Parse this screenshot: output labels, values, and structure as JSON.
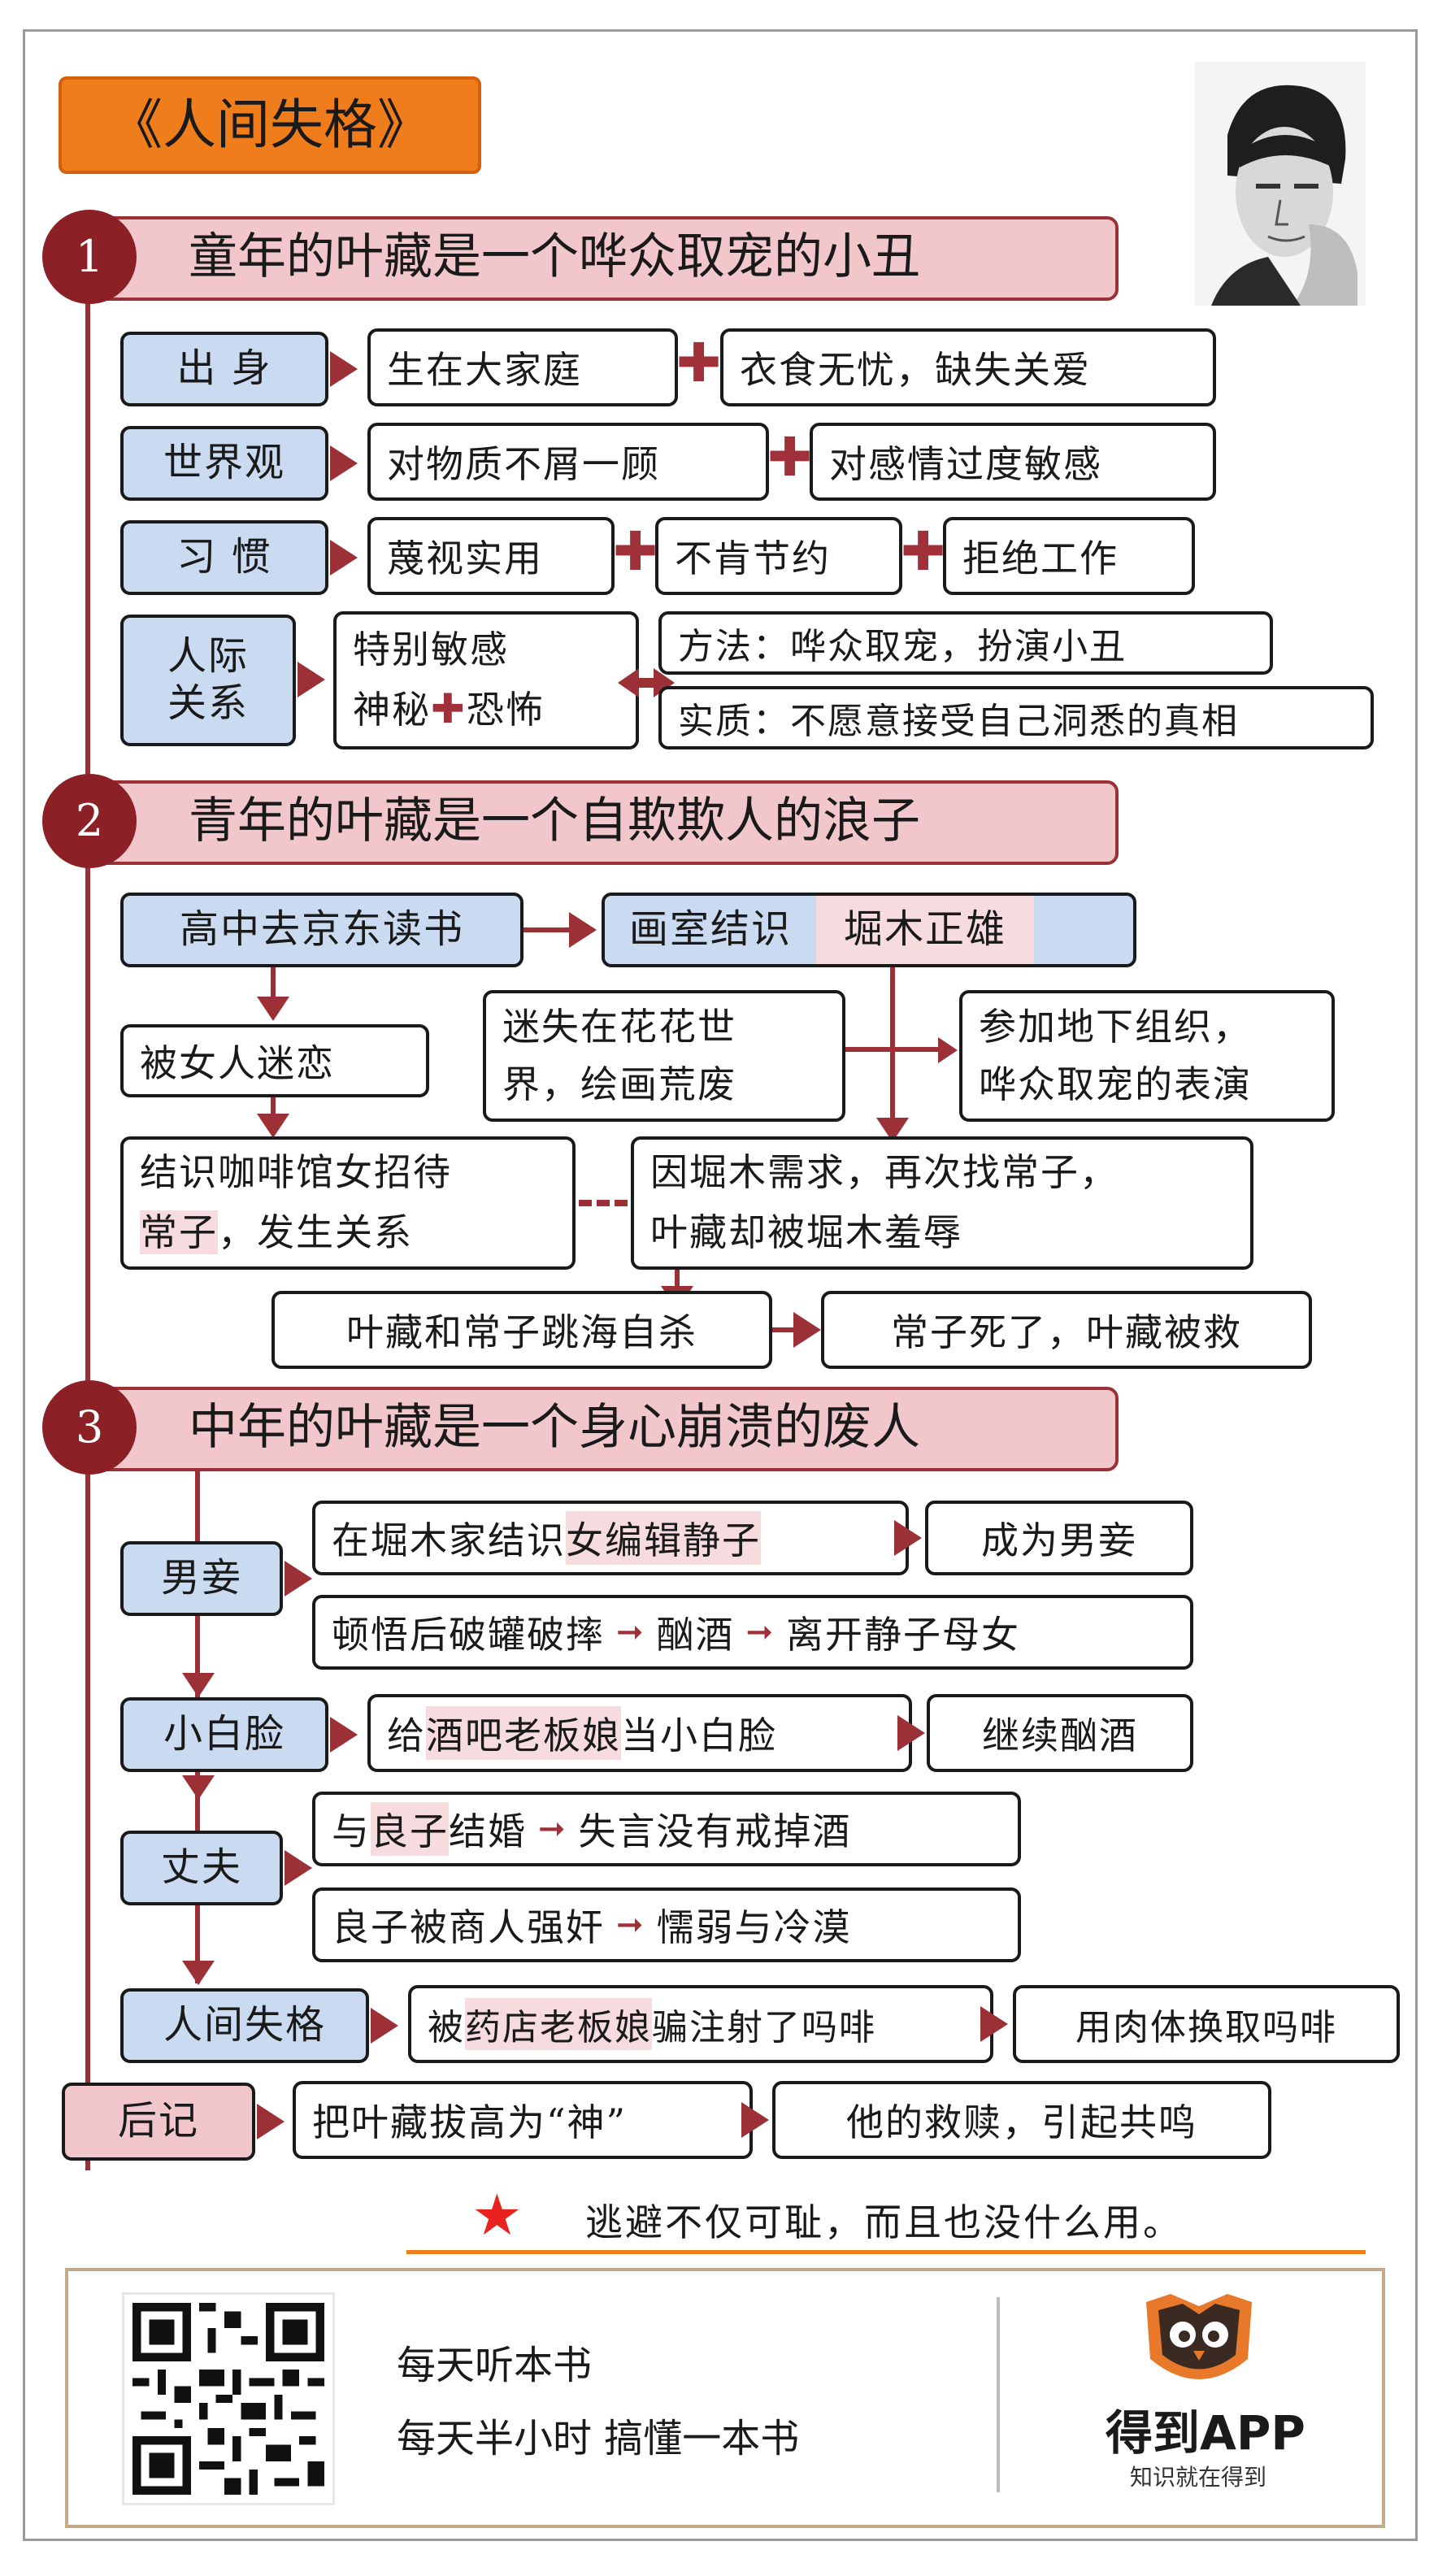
{
  "title": "《人间失格》",
  "sections": [
    {
      "num": "1",
      "title": "童年的叶藏是一个哗众取宠的小丑"
    },
    {
      "num": "2",
      "title": "青年的叶藏是一个自欺欺人的浪子"
    },
    {
      "num": "3",
      "title": "中年的叶藏是一个身心崩溃的废人"
    }
  ],
  "s1": {
    "chushen": {
      "label": "出 身",
      "a": "生在大家庭",
      "b": "衣食无忧，缺失关爱"
    },
    "shijieguan": {
      "label": "世界观",
      "a": "对物质不屑一顾",
      "b": "对感情过度敏感"
    },
    "xiguan": {
      "label": "习 惯",
      "a": "蔑视实用",
      "b": "不肯节约",
      "c": "拒绝工作"
    },
    "renji": {
      "label1": "人际",
      "label2": "关系",
      "a1": "特别敏感",
      "a2a": "神秘",
      "a2b": "恐怖",
      "method": "方法：哗众取宠，扮演小丑",
      "essence": "实质：不愿意接受自己洞悉的真相"
    }
  },
  "s2": {
    "gaozhong": "高中去京东读书",
    "huashi_a": "画室结识",
    "huashi_b": "堀木正雄",
    "nvren": "被女人迷恋",
    "mishi1": "迷失在花花世",
    "mishi2": "界，绘画荒废",
    "canjia1": "参加地下组织，",
    "canjia2": "哗众取宠的表演",
    "jieshi1": "结识咖啡馆女招待",
    "jieshi2a": "常子",
    "jieshi2b": "，发生关系",
    "yin1": "因堀木需求，再次找常子，",
    "yin2": "叶藏却被堀木羞辱",
    "tiaohai": "叶藏和常子跳海自杀",
    "siliao": "常子死了，叶藏被救"
  },
  "s3": {
    "nanqie": {
      "label": "男妾",
      "a_pre": "在堀木家结识",
      "a_hl": "女编辑静子",
      "b": "成为男妾",
      "c1": "顿悟后破罐破摔",
      "c2": "酗酒",
      "c3": "离开静子母女"
    },
    "xiaobailian": {
      "label": "小白脸",
      "a_pre": "给",
      "a_hl": "酒吧老板娘",
      "a_post": "当小白脸",
      "b": "继续酗酒"
    },
    "zhangfu": {
      "label": "丈夫",
      "a_pre": "与",
      "a_hl": "良子",
      "a_post": "结婚",
      "a2": "失言没有戒掉酒",
      "b1": "良子被商人强奸",
      "b2": "懦弱与冷漠"
    },
    "shige": {
      "label": "人间失格",
      "a_pre": "被",
      "a_hl": "药店老板娘",
      "a_post": "骗注射了吗啡",
      "b": "用肉体换取吗啡"
    },
    "houji": {
      "label": "后记",
      "a": "把叶藏拔高为“神”",
      "b": "他的救赎，引起共鸣"
    }
  },
  "quote": "逃避不仅可耻，而且也没什么用。",
  "footer": {
    "line1": "每天听本书",
    "line2": "每天半小时 搞懂一本书",
    "brand": "得到APP",
    "slogan": "知识就在得到"
  },
  "colors": {
    "accent": "#9c3037",
    "orange": "#f07d1c",
    "pink": "#f2c7cb",
    "blue": "#c9daf1"
  }
}
